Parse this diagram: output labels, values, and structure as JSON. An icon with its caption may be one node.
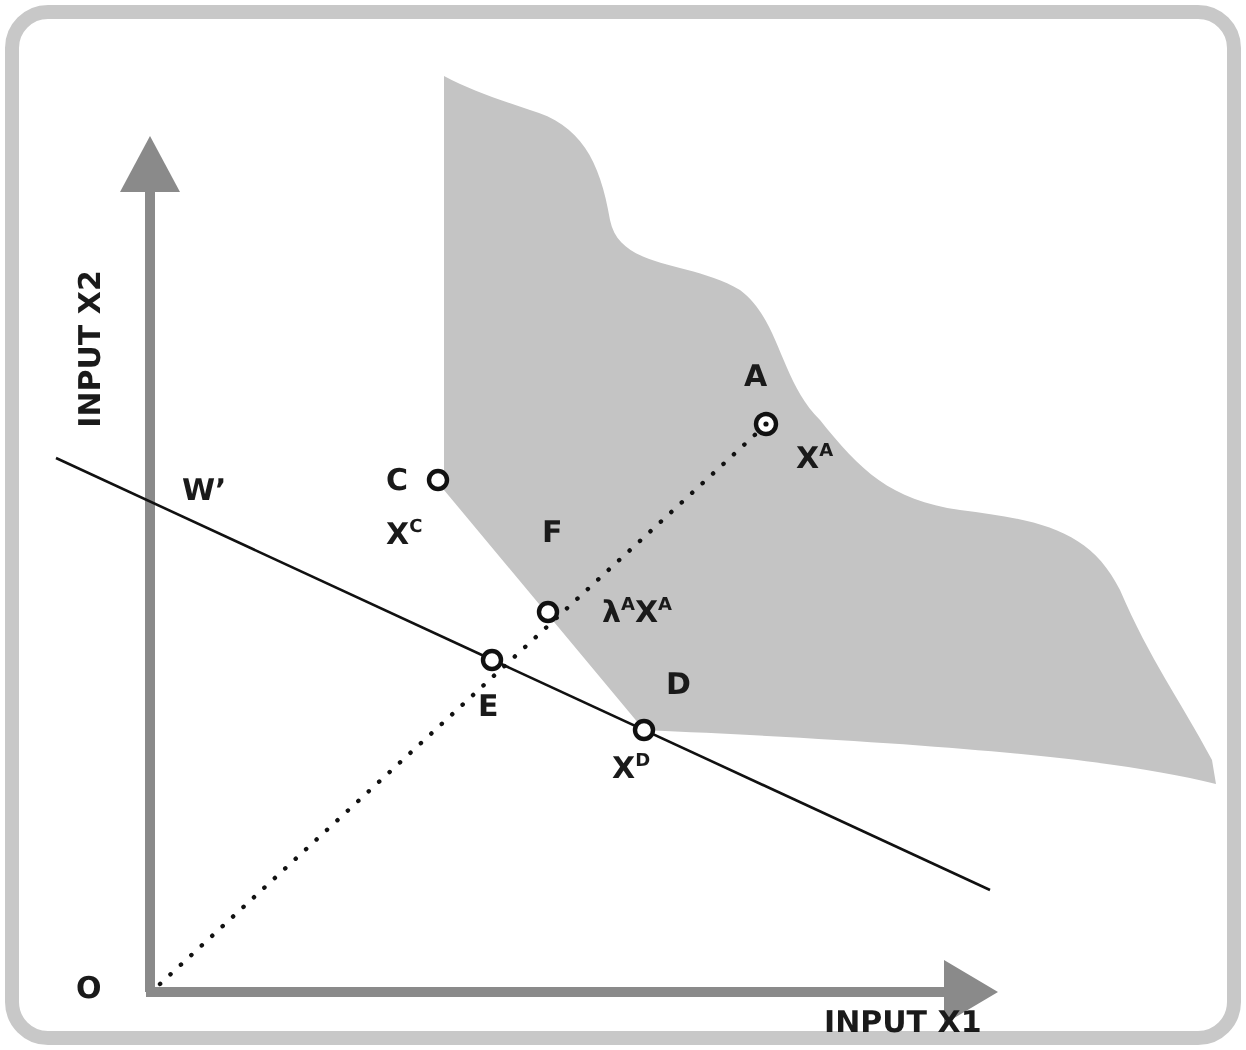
{
  "diagram": {
    "labels": [
      "INPUT X2",
      "A",
      "X$^{A}$",
      "C",
      "W’",
      "X$^{C}$",
      "F",
      "λ$^{A}$X$^{A}$",
      "E",
      "D",
      "X$^{D}$",
      "O",
      "INPUT X1"
    ]
  }
}
